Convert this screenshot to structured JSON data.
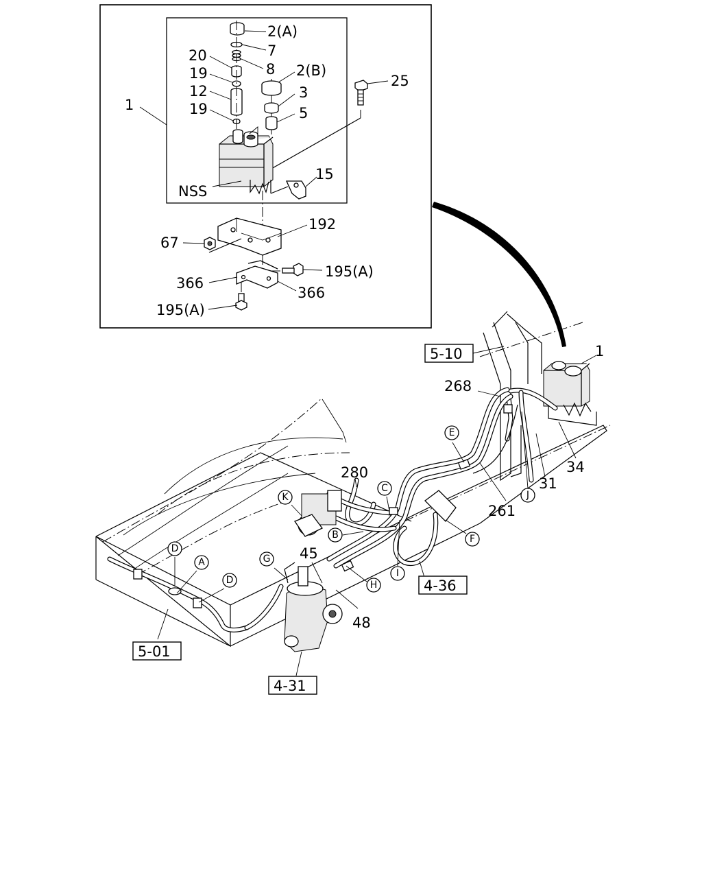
{
  "diagram": {
    "part_labels": {
      "p2a": "2(A)",
      "p7": "7",
      "p20": "20",
      "p8": "8",
      "p19a": "19",
      "p2b": "2(B)",
      "p12": "12",
      "p3": "3",
      "p19b": "19",
      "p5": "5",
      "p25": "25",
      "p1_inset": "1",
      "p15": "15",
      "nss": "NSS",
      "p192": "192",
      "p67": "67",
      "p195a_right": "195(A)",
      "p366_left": "366",
      "p366_right": "366",
      "p195a_bottom": "195(A)",
      "p1_main": "1",
      "p268": "268",
      "p34": "34",
      "p31": "31",
      "p261": "261",
      "p280": "280",
      "p45": "45",
      "p48": "48"
    },
    "reference_boxes": {
      "ref_5_10": "5-10",
      "ref_4_36": "4-36",
      "ref_5_01": "5-01",
      "ref_4_31": "4-31"
    },
    "connection_callouts": {
      "cA": "A",
      "cB": "B",
      "cC": "C",
      "cD1": "D",
      "cD2": "D",
      "cE": "E",
      "cF": "F",
      "cG": "G",
      "cH": "H",
      "cI": "I",
      "cJ": "J",
      "cK": "K"
    }
  }
}
